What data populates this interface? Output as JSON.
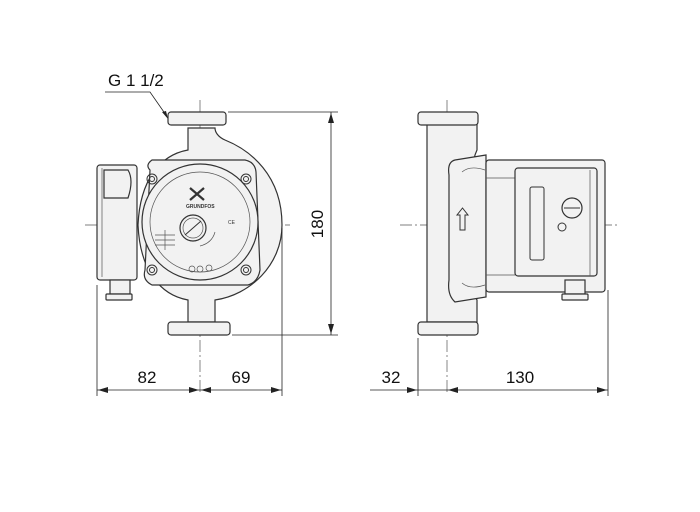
{
  "labels": {
    "thread": "G 1 1/2",
    "height": "180",
    "left_width": "82",
    "right_width": "69",
    "port_offset": "32",
    "motor_length": "130"
  },
  "logo": {
    "brand": "GRUNDFOS"
  }
}
